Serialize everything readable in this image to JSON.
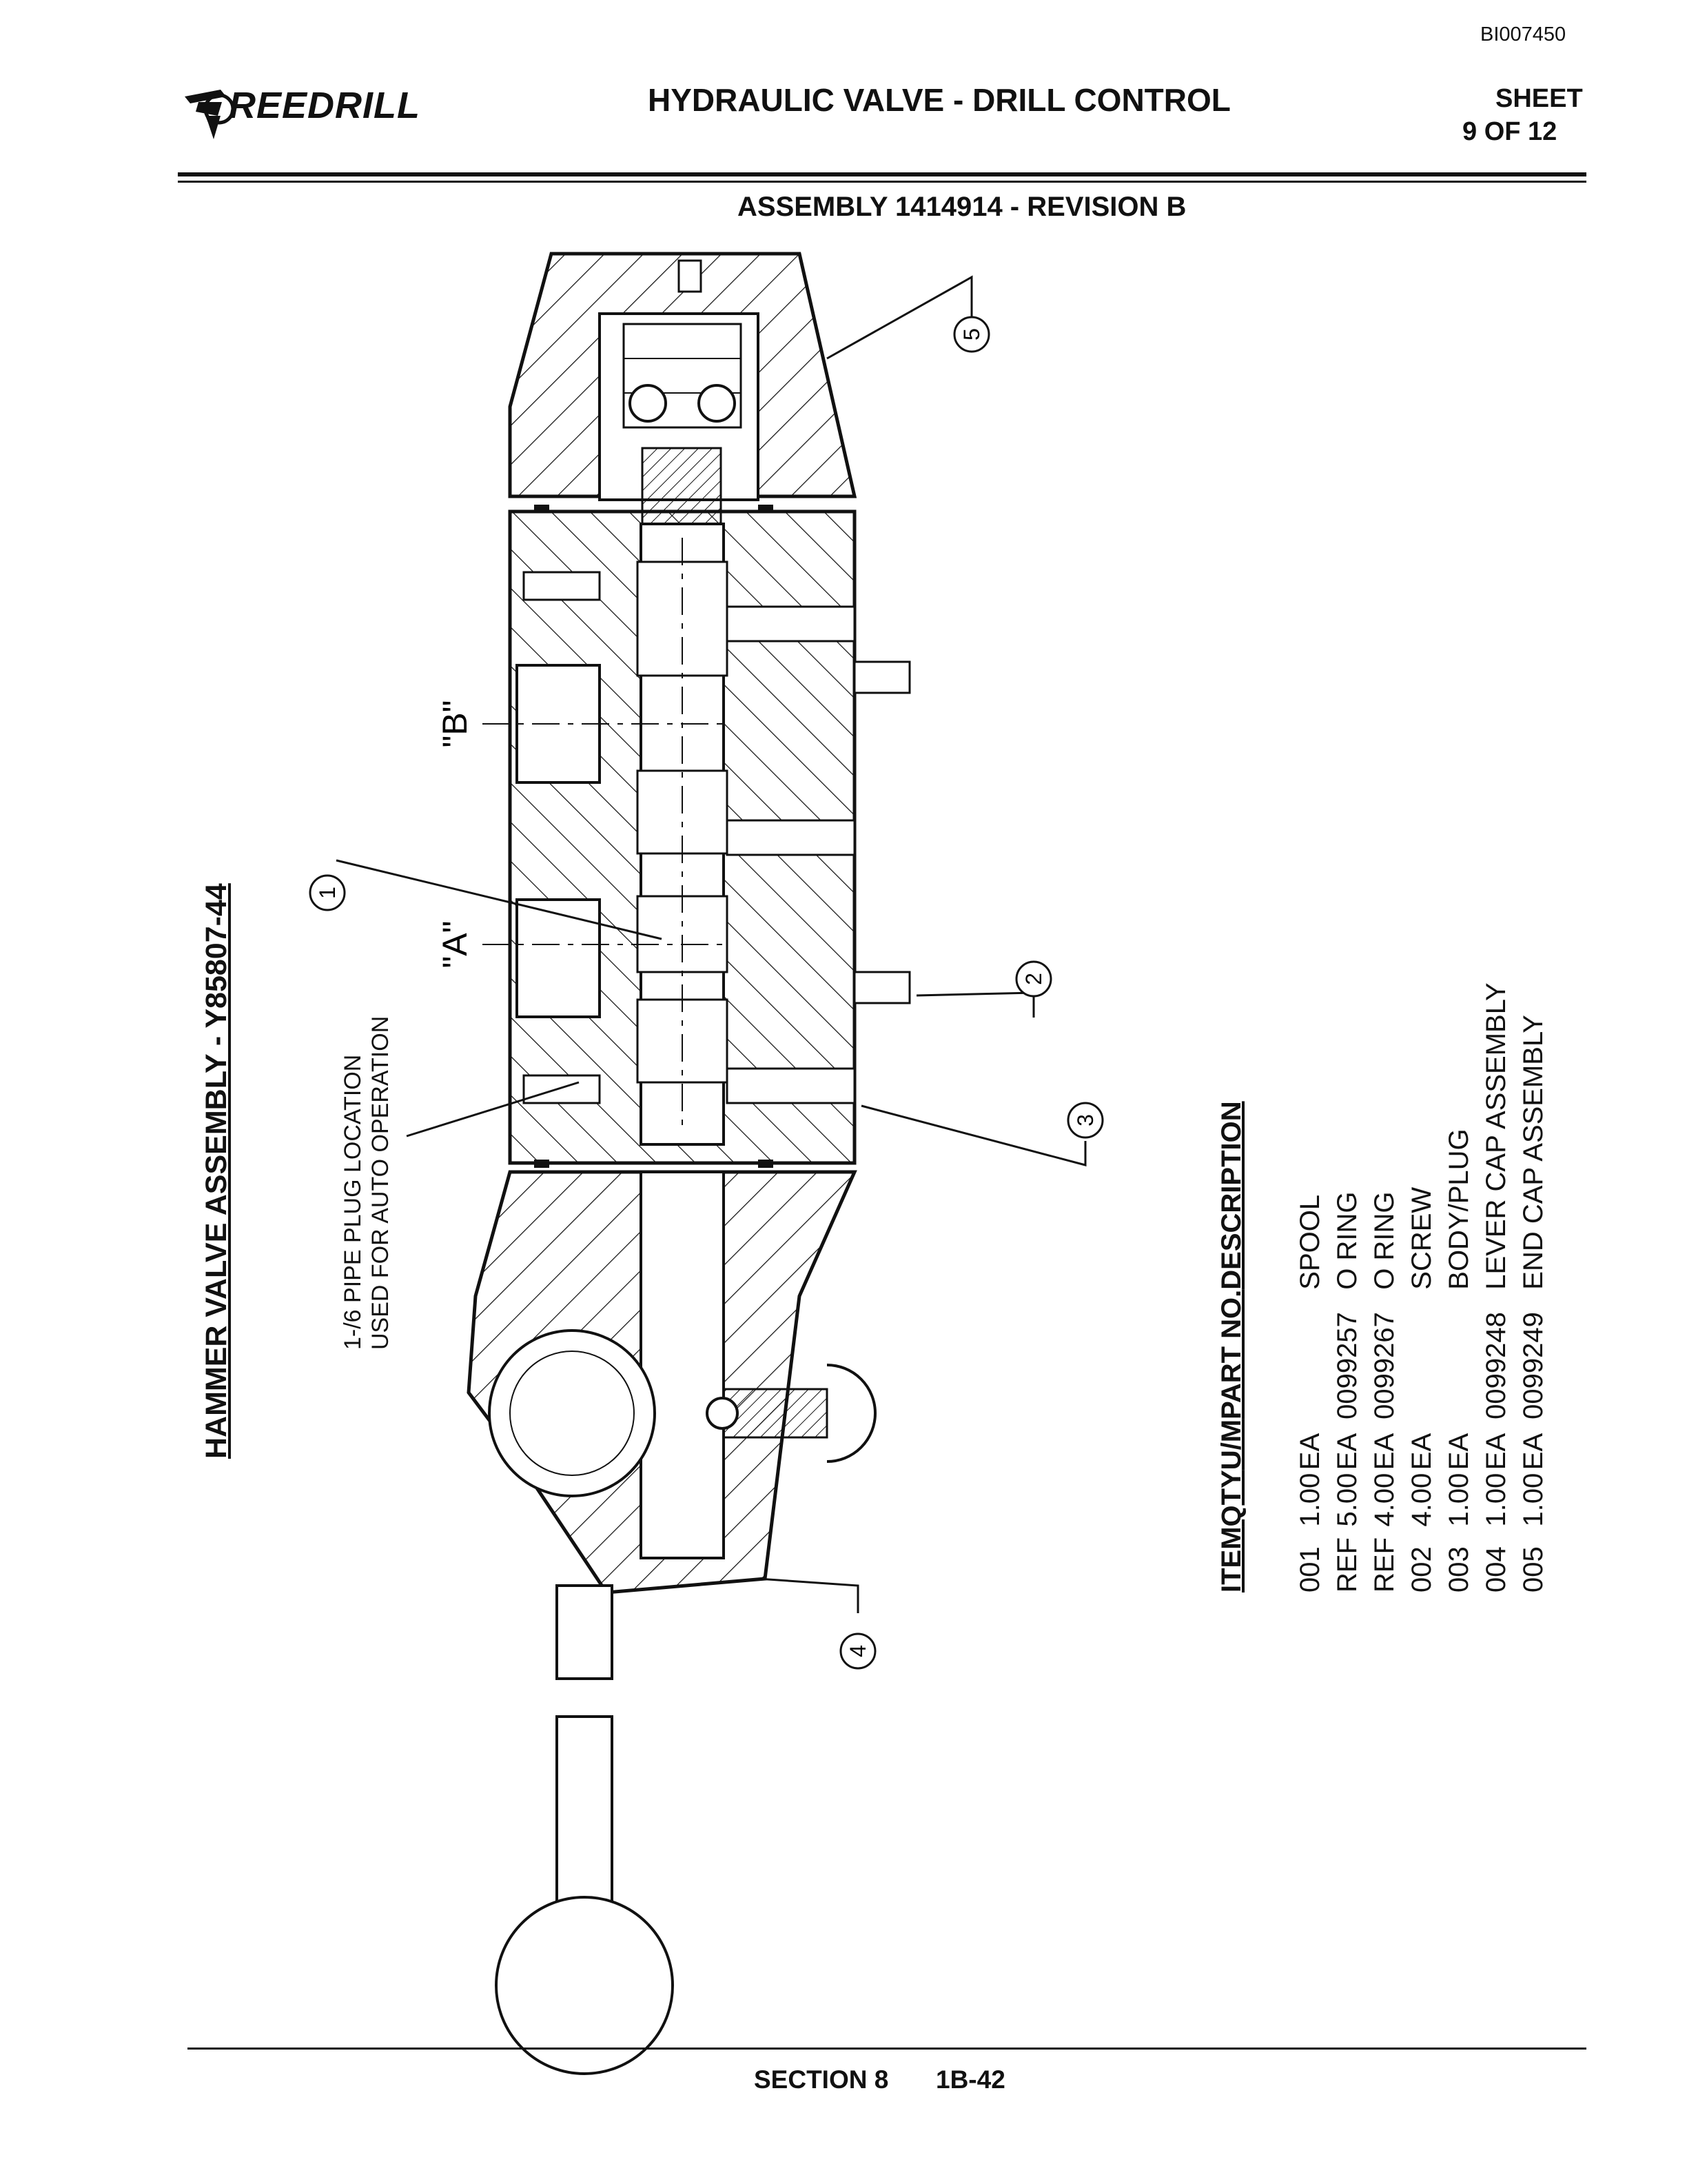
{
  "header": {
    "doc_id": "BI007450",
    "logo_text": "REEDRILL",
    "title": "HYDRAULIC VALVE - DRILL CONTROL",
    "sheet_label": "SHEET",
    "sheet_number": "9 OF 12",
    "assembly": "ASSEMBLY 1414914 - REVISION B"
  },
  "drawing": {
    "heading": "HAMMER VALVE ASSEMBLY - Y85807-44",
    "note_line1": "1-/6 PIPE PLUG LOCATION",
    "note_line2": "USED FOR AUTO OPERATION",
    "section_a": "\"A\"",
    "section_b": "\"B\"",
    "callouts": [
      "1",
      "2",
      "3",
      "4",
      "5"
    ]
  },
  "parts_table": {
    "columns": [
      "ITEM",
      "QTY",
      "U/M",
      "PART NO.",
      "DESCRIPTION"
    ],
    "rows": [
      {
        "item": "001",
        "qty": "1.00",
        "um": "EA",
        "part": "",
        "desc": "SPOOL"
      },
      {
        "item": "REF",
        "qty": "5.00",
        "um": "EA",
        "part": "0099257",
        "desc": "O RING"
      },
      {
        "item": "REF",
        "qty": "4.00",
        "um": "EA",
        "part": "0099267",
        "desc": "O RING"
      },
      {
        "item": "002",
        "qty": "4.00",
        "um": "EA",
        "part": "",
        "desc": "SCREW"
      },
      {
        "item": "003",
        "qty": "1.00",
        "um": "EA",
        "part": "",
        "desc": "BODY/PLUG"
      },
      {
        "item": "004",
        "qty": "1.00",
        "um": "EA",
        "part": "0099248",
        "desc": "LEVER CAP ASSEMBLY"
      },
      {
        "item": "005",
        "qty": "1.00",
        "um": "EA",
        "part": "0099249",
        "desc": "END CAP ASSEMBLY"
      }
    ]
  },
  "footer": {
    "section": "SECTION 8",
    "page": "1B-42"
  }
}
